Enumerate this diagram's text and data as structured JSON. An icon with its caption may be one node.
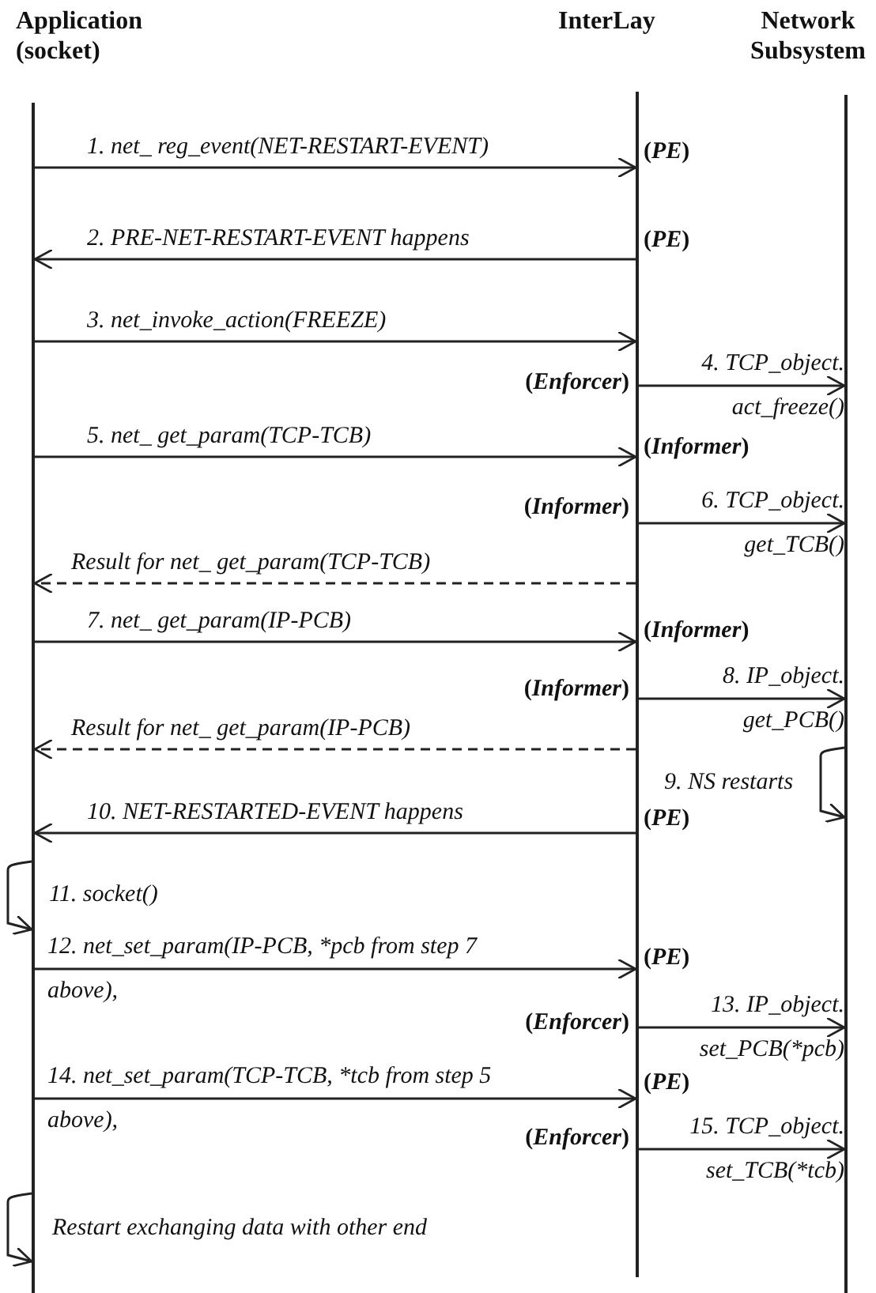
{
  "diagram": {
    "nodes": [
      {
        "text": [
          "Application (socket)"
        ]
      },
      {
        "text": [
          "InterLay"
        ]
      },
      {
        "text": [
          "Network Subsystem"
        ]
      }
    ],
    "edges": [
      {
        "from": 0,
        "to": 1,
        "arrow": "to",
        "label": "1. net_ reg_event(NET-RESTART-EVENT)"
      },
      {
        "from": 1,
        "to": 0,
        "arrow": "to",
        "label": "2. PRE-NET-RESTART-EVENT happens"
      },
      {
        "from": 0,
        "to": 1,
        "arrow": "to",
        "label": "3. net_invoke_action(FREEZE)"
      },
      {
        "from": 1,
        "to": 2,
        "arrow": "to",
        "label": "4. TCP_object. act_freeze()"
      },
      {
        "from": 0,
        "to": 1,
        "arrow": "to",
        "label": "5. net_ get_param(TCP-TCB)"
      },
      {
        "from": 1,
        "to": 2,
        "arrow": "to",
        "label": "6. TCP_object. get_TCB()"
      },
      {
        "from": 1,
        "to": 0,
        "arrow": "to",
        "label": "Result for net_ get_param(TCP-TCB)",
        "style": "dashed"
      },
      {
        "from": 0,
        "to": 1,
        "arrow": "to",
        "label": "7. net_ get_param(IP-PCB)"
      },
      {
        "from": 1,
        "to": 2,
        "arrow": "to",
        "label": "8. IP_object. get_PCB()"
      },
      {
        "from": 1,
        "to": 0,
        "arrow": "to",
        "label": "Result for net_ get_param(IP-PCB)",
        "style": "dashed"
      },
      {
        "from": 2,
        "to": 2,
        "arrow": "to",
        "label": "9. NS restarts"
      },
      {
        "from": 1,
        "to": 0,
        "arrow": "to",
        "label": "10. NET-RESTARTED-EVENT happens"
      },
      {
        "from": 0,
        "to": 0,
        "arrow": "to",
        "label": "11. socket()"
      },
      {
        "from": 0,
        "to": 1,
        "arrow": "to",
        "label": "12. net_set_param(IP-PCB, *pcb from step 7 above),"
      },
      {
        "from": 1,
        "to": 2,
        "arrow": "to",
        "label": "13. IP_object. set_PCB(*pcb)"
      },
      {
        "from": 0,
        "to": 1,
        "arrow": "to",
        "label": "14. net_set_param(TCP-TCB, *tcb from step 5 above),"
      },
      {
        "from": 1,
        "to": 2,
        "arrow": "to",
        "label": "15. TCP_object. set_TCB(*tcb)"
      },
      {
        "from": 0,
        "to": 0,
        "arrow": "to",
        "label": "Restart exchanging data with other end"
      }
    ],
    "labels": [
      "(*PE*)",
      "(*PE*)",
      "(*Enforcer*)",
      "(*Informer*)",
      "(*Informer*)",
      "(*Informer*)",
      "(*Informer*)",
      "(*PE*)",
      "(*PE*)",
      "(*Enforcer*)",
      "(*PE*)",
      "(*Enforcer*)"
    ]
  }
}
